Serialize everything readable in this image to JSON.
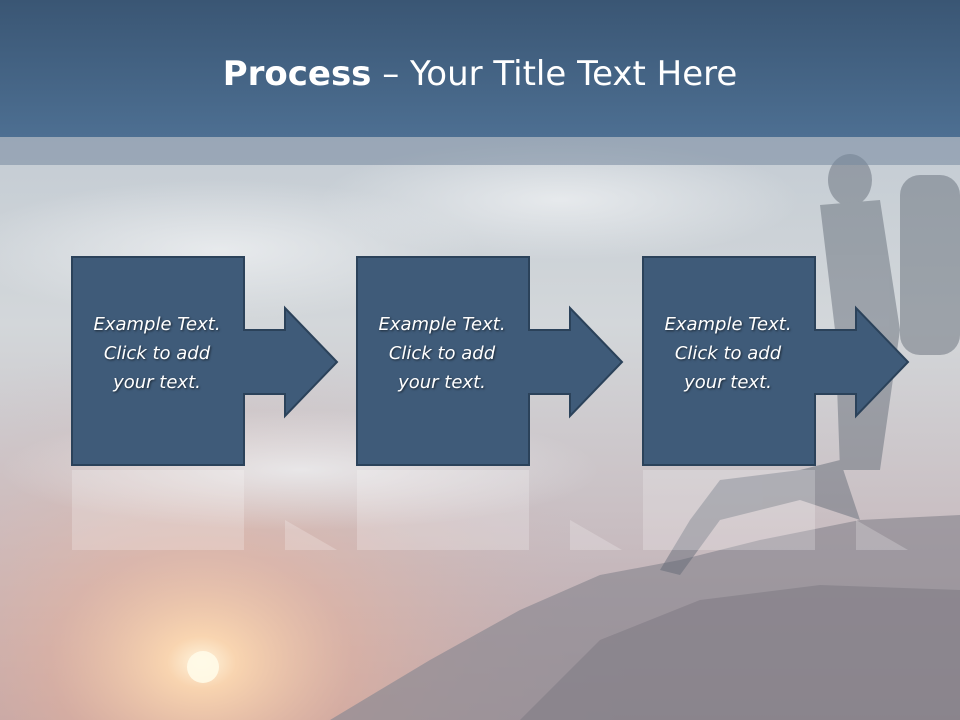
{
  "title": {
    "bold": "Process",
    "rest": " – Your Title Text Here"
  },
  "steps": [
    {
      "line1": "Example Text.",
      "line2": "Click  to add",
      "line3": "your text."
    },
    {
      "line1": "Example Text.",
      "line2": "Click  to add",
      "line3": "your text."
    },
    {
      "line1": "Example Text.",
      "line2": "Click  to add",
      "line3": "your text."
    }
  ],
  "colors": {
    "header": "#46637f",
    "box": "#3f5b79",
    "box_border": "#2b425a",
    "text": "#ffffff"
  }
}
